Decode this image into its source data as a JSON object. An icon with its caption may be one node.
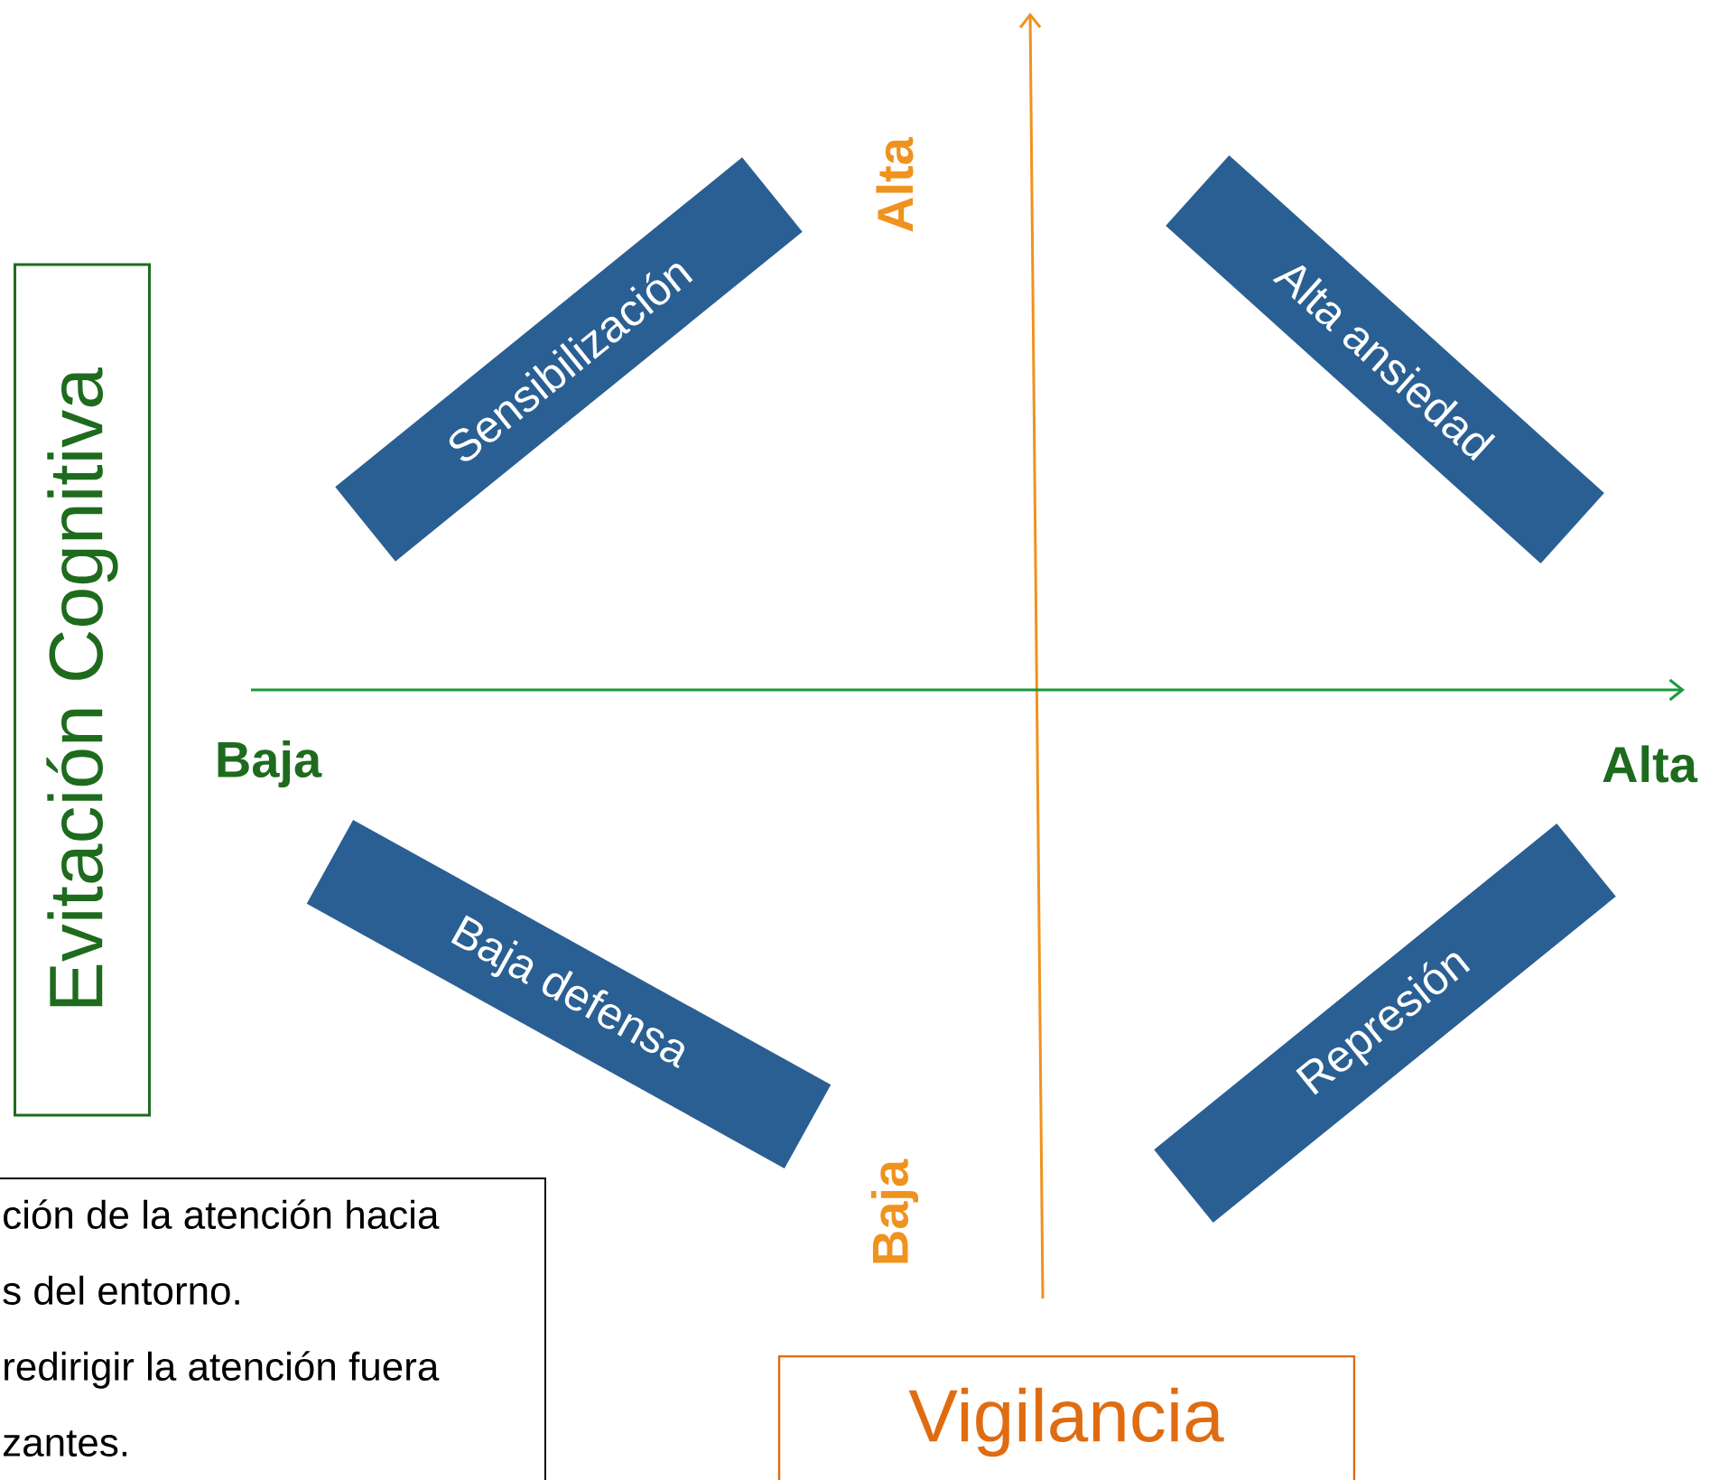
{
  "diagram": {
    "nodes": [
      {
        "text": [
          "Evitación Cognitiva"
        ]
      },
      {
        "text": [
          "Sensibilización"
        ]
      },
      {
        "text": [
          "Alta ansiedad"
        ]
      },
      {
        "text": [
          "Baja defensa"
        ]
      },
      {
        "text": [
          "Represión"
        ]
      },
      {
        "text": [
          "Vigilancia"
        ]
      },
      {
        "text": [
          "ción de la atención hacia",
          "s del entorno.",
          "redirigir la atención fuera",
          "zantes."
        ]
      }
    ],
    "labels": [
      "Alta",
      "Baja",
      "Alta",
      "Baja"
    ]
  }
}
